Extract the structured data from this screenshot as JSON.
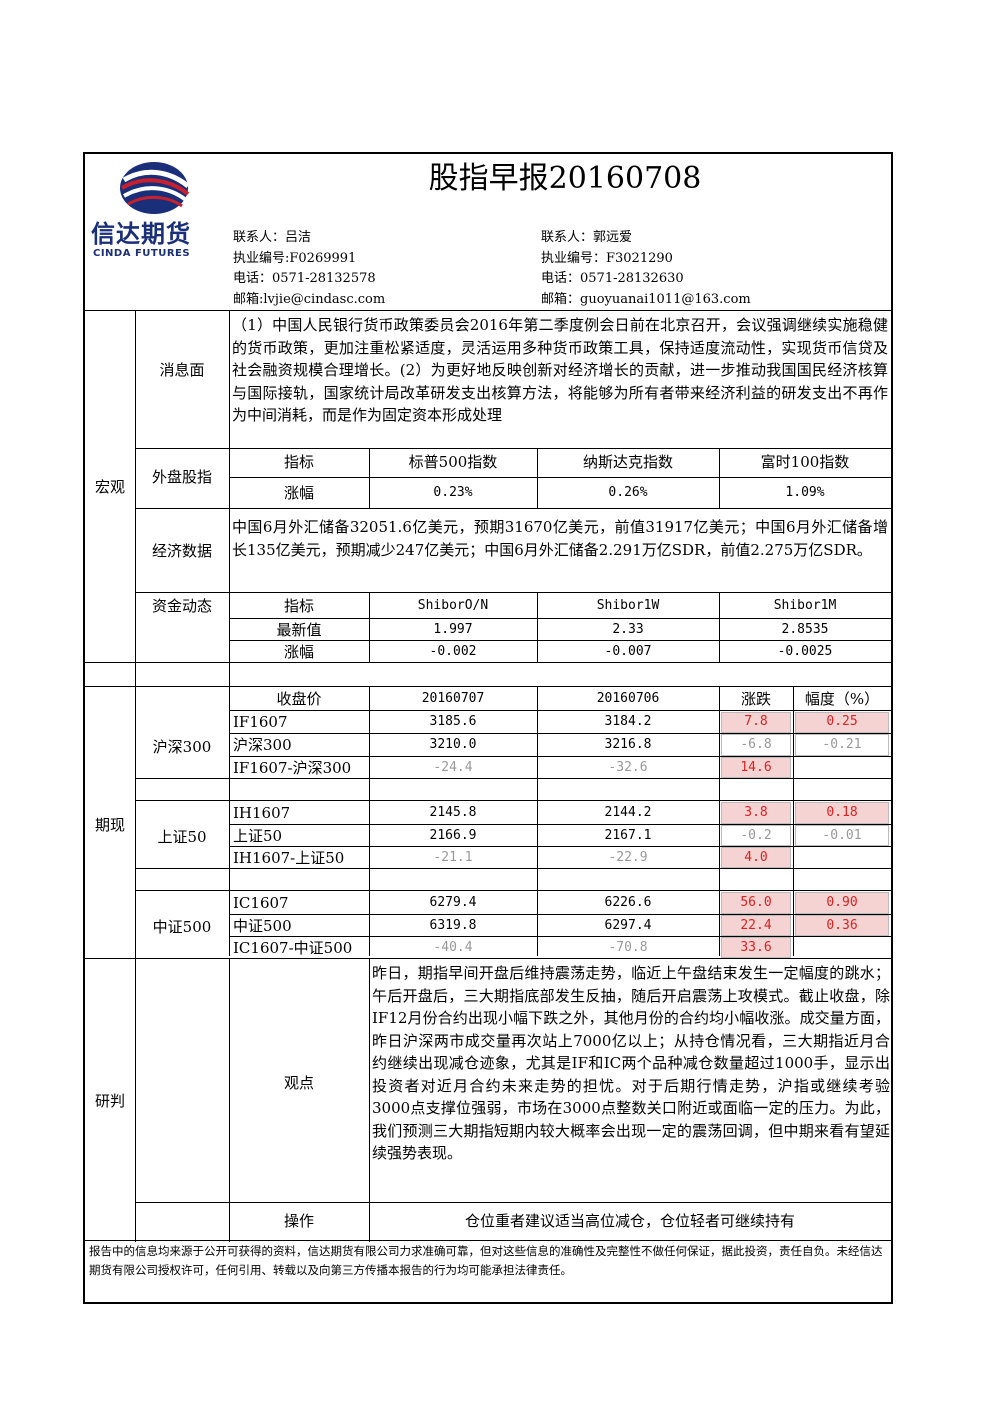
{
  "header": {
    "title": "股指早报20160708",
    "logo_cn": "信达期货",
    "logo_en": "CINDA FUTURES",
    "contact_left": {
      "name": "联系人：吕洁",
      "license": "执业编号:F0269991",
      "phone": "电话：0571-28132578",
      "email": "邮箱:lvjie@cindasc.com"
    },
    "contact_right": {
      "name": "联系人：郭远爱",
      "license": "执业编号：F3021290",
      "phone": "电话：0571-28132630",
      "email": "邮箱：guoyuanai1011@163.com"
    }
  },
  "macro": {
    "section": "宏观",
    "news_label": "消息面",
    "news_text": "（1）中国人民银行货币政策委员会2016年第二季度例会日前在北京召开，会议强调继续实施稳健的货币政策，更加注重松紧适度，灵活运用多种货币政策工具，保持适度流动性，实现货币信贷及社会融资规模合理增长。(2）为更好地反映创新对经济增长的贡献，进一步推动我国国民经济核算与国际接轨，国家统计局改革研发支出核算方法，将能够为所有者带来经济利益的研发支出不再作为中间消耗，而是作为固定资本形成处理",
    "foreign_label": "外盘股指",
    "foreign_header": [
      "指标",
      "标普500指数",
      "纳斯达克指数",
      "富时100指数"
    ],
    "foreign_row": [
      "涨幅",
      "0.23%",
      "0.26%",
      "1.09%"
    ],
    "econ_label": "经济数据",
    "econ_text": "中国6月外汇储备32051.6亿美元，预期31670亿美元，前值31917亿美元；中国6月外汇储备增长135亿美元，预期减少247亿美元；中国6月外汇储备2.291万亿SDR，前值2.275万亿SDR。",
    "funds_label": "资金动态",
    "funds_header": [
      "指标",
      "ShiborO/N",
      "Shibor1W",
      "Shibor1M"
    ],
    "funds_rows": [
      [
        "最新值",
        "1.997",
        "2.33",
        "2.8535"
      ],
      [
        "涨幅",
        "-0.002",
        "-0.007",
        "-0.0025"
      ]
    ]
  },
  "futures": {
    "section": "期现",
    "header": [
      "收盘价",
      "20160707",
      "20160706",
      "涨跌",
      "幅度（%）"
    ],
    "groups": [
      {
        "label": "沪深300",
        "rows": [
          [
            "IF1607",
            "3185.6",
            "3184.2",
            "7.8",
            "0.25"
          ],
          [
            "沪深300",
            "3210.0",
            "3216.8",
            "-6.8",
            "-0.21"
          ],
          [
            "IF1607-沪深300",
            "-24.4",
            "-32.6",
            "14.6",
            ""
          ]
        ]
      },
      {
        "label": "上证50",
        "rows": [
          [
            "IH1607",
            "2145.8",
            "2144.2",
            "3.8",
            "0.18"
          ],
          [
            "上证50",
            "2166.9",
            "2167.1",
            "-0.2",
            "-0.01"
          ],
          [
            "IH1607-上证50",
            "-21.1",
            "-22.9",
            "4.0",
            ""
          ]
        ]
      },
      {
        "label": "中证500",
        "rows": [
          [
            "IC1607",
            "6279.4",
            "6226.6",
            "56.0",
            "0.90"
          ],
          [
            "中证500",
            "6319.8",
            "6297.4",
            "22.4",
            "0.36"
          ],
          [
            "IC1607-中证500",
            "-40.4",
            "-70.8",
            "33.6",
            ""
          ]
        ]
      }
    ]
  },
  "research": {
    "section": "研判",
    "view_label": "观点",
    "view_text": "昨日，期指早间开盘后维持震荡走势，临近上午盘结束发生一定幅度的跳水；午后开盘后，三大期指底部发生反抽，随后开启震荡上攻模式。截止收盘，除IF12月份合约出现小幅下跌之外，其他月份的合约均小幅收涨。成交量方面，昨日沪深两市成交量再次站上7000亿以上；从持仓情况看，三大期指近月合约继续出现减仓迹象，尤其是IF和IC两个品种减仓数量超过1000手，显示出投资者对近月合约未来走势的担忧。对于后期行情走势，沪指或继续考验3000点支撑位强弱，市场在3000点整数关口附近或面临一定的压力。为此，我们预测三大期指短期内较大概率会出现一定的震荡回调，但中期来看有望延续强势表现。",
    "op_label": "操作",
    "op_text": "仓位重者建议适当高位减仓，仓位轻者可继续持有"
  },
  "disclaimer": "报告中的信息均来源于公开可获得的资料，信达期货有限公司力求准确可靠，但对这些信息的准确性及完整性不做任何保证，据此投资，责任自负。未经信达期货有限公司授权许可，任何引用、转载以及向第三方传播本报告的行为均可能承担法律责任。",
  "colors": {
    "logo_blue": "#1a2f7a",
    "logo_red": "#c8202c",
    "up_red": "#dd2222",
    "highlight": "#f5d3d3"
  }
}
